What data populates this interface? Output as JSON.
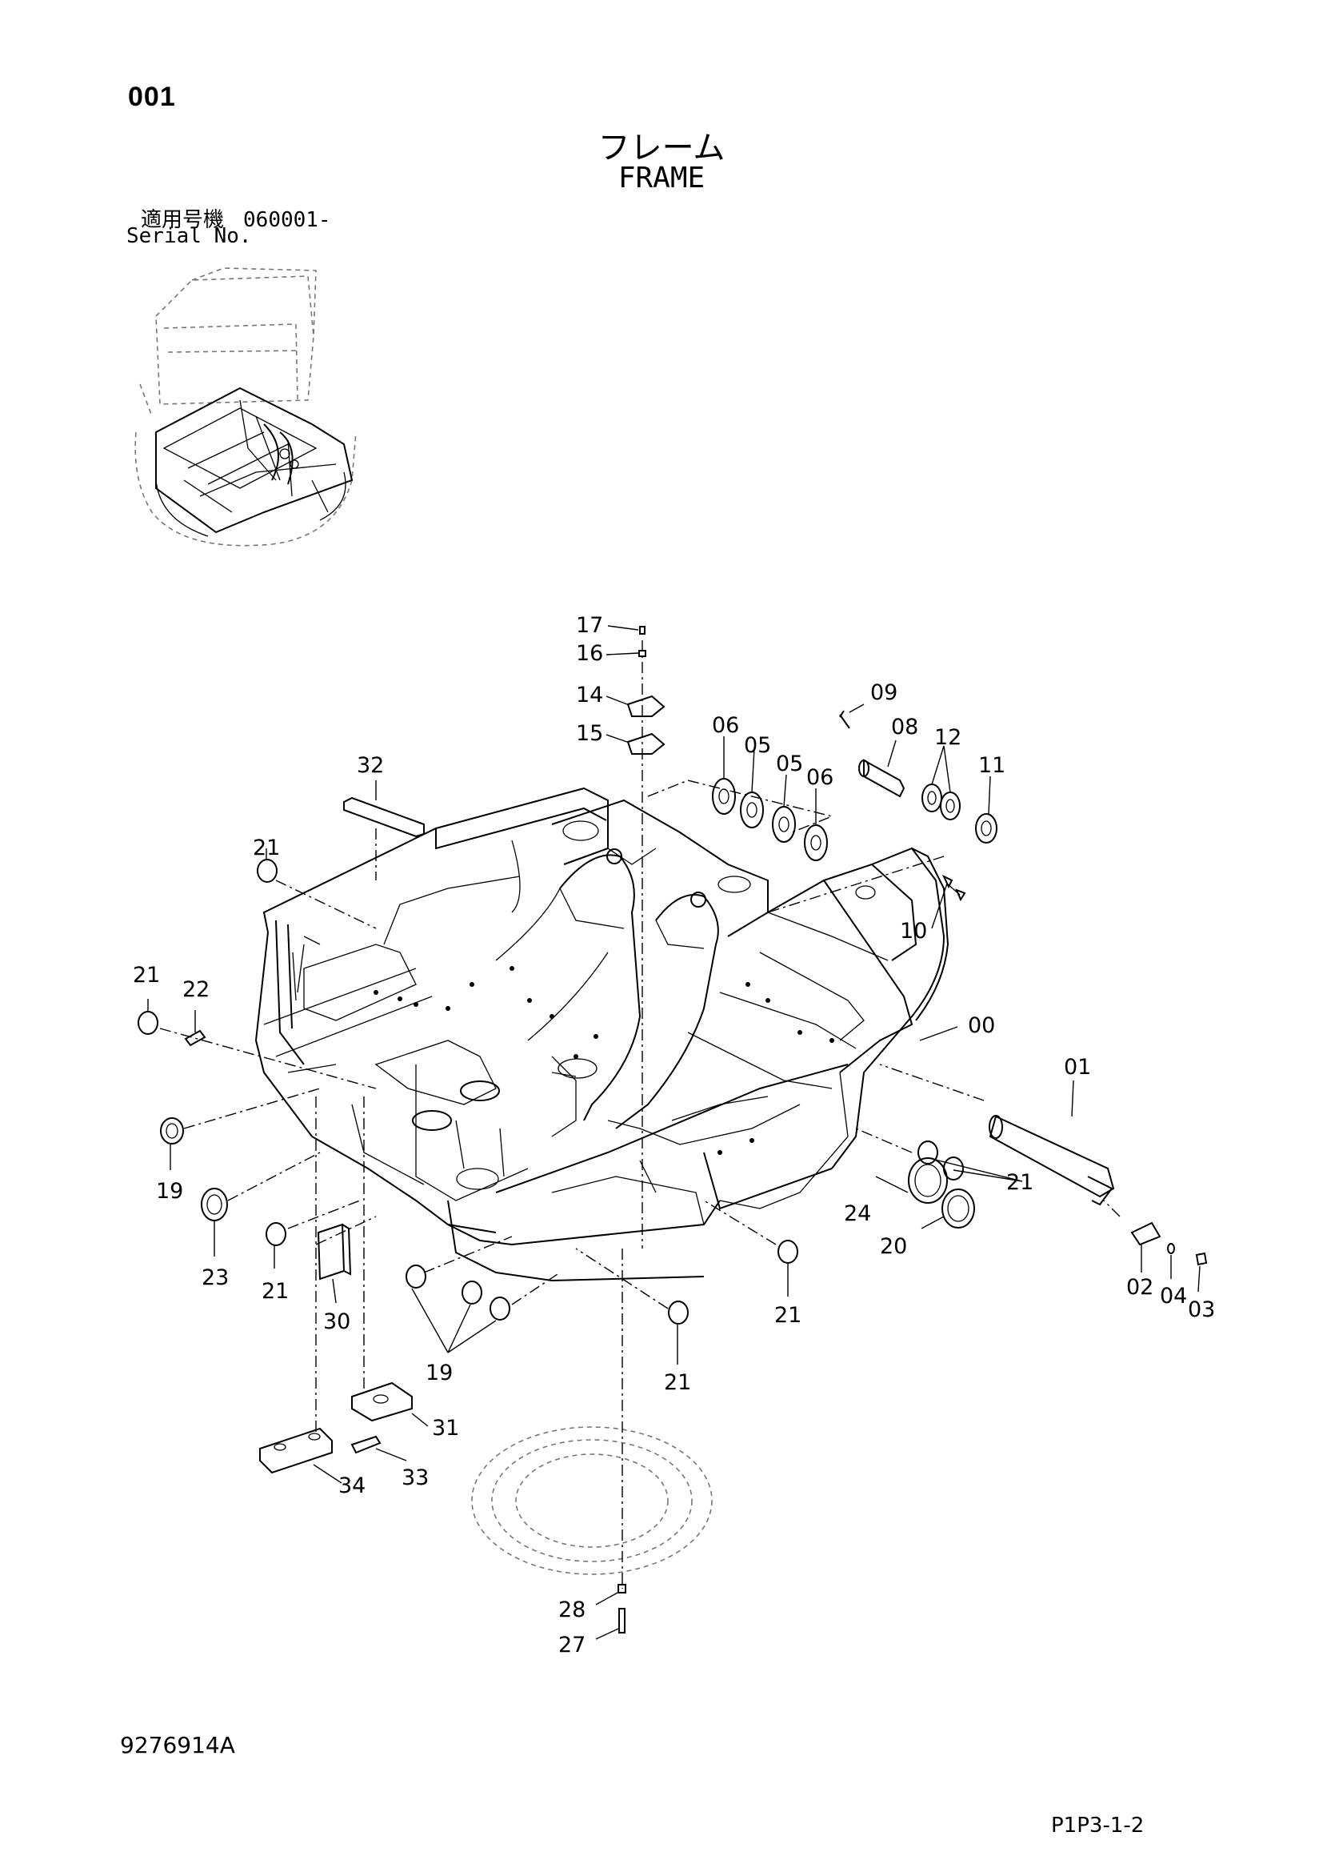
{
  "page_number": "001",
  "title_jp": "フレーム",
  "title_en": "FRAME",
  "serial": {
    "label_jp": "適用号機",
    "range": "060001-",
    "label_en": "Serial No."
  },
  "drawing_number": "9276914A",
  "page_ref": "P1P3-1-2",
  "callouts": {
    "c00": "00",
    "c01": "01",
    "c02": "02",
    "c03": "03",
    "c04": "04",
    "c05a": "05",
    "c05b": "05",
    "c06a": "06",
    "c06b": "06",
    "c08": "08",
    "c09": "09",
    "c10": "10",
    "c11": "11",
    "c12": "12",
    "c14": "14",
    "c15": "15",
    "c16": "16",
    "c17": "17",
    "c19a": "19",
    "c19b": "19",
    "c20": "20",
    "c21a": "21",
    "c21b": "21",
    "c21c": "21",
    "c21d": "21",
    "c21e": "21",
    "c21f": "21",
    "c22": "22",
    "c23": "23",
    "c24": "24",
    "c27": "27",
    "c28": "28",
    "c30": "30",
    "c31": "31",
    "c32": "32",
    "c33": "33",
    "c34": "34"
  }
}
